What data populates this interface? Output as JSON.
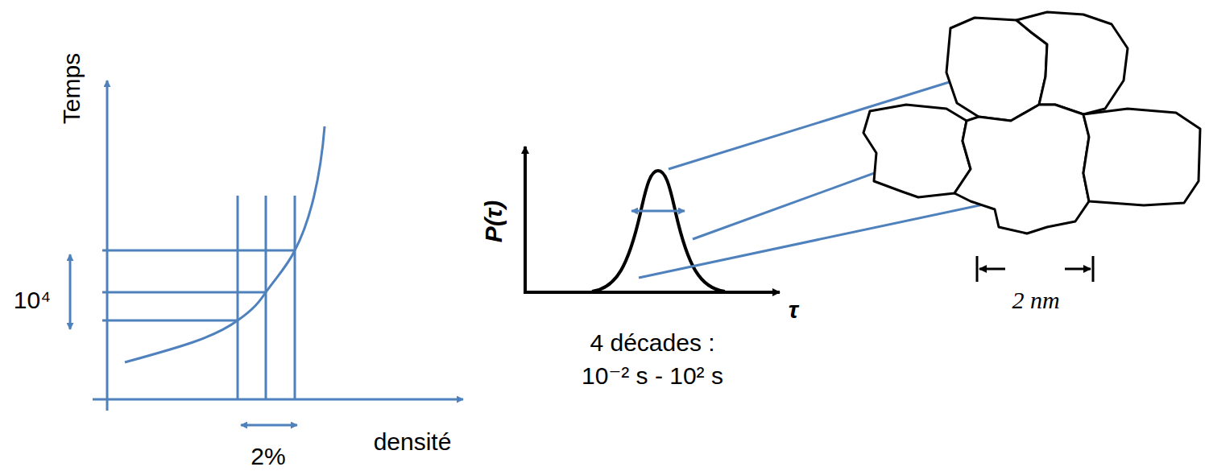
{
  "diagram": {
    "labels": [
      "Temps",
      "10⁴",
      "densité",
      "2%",
      "P(τ)",
      "τ",
      "4 décades :",
      "10⁻² s - 10² s",
      "2 nm"
    ]
  }
}
